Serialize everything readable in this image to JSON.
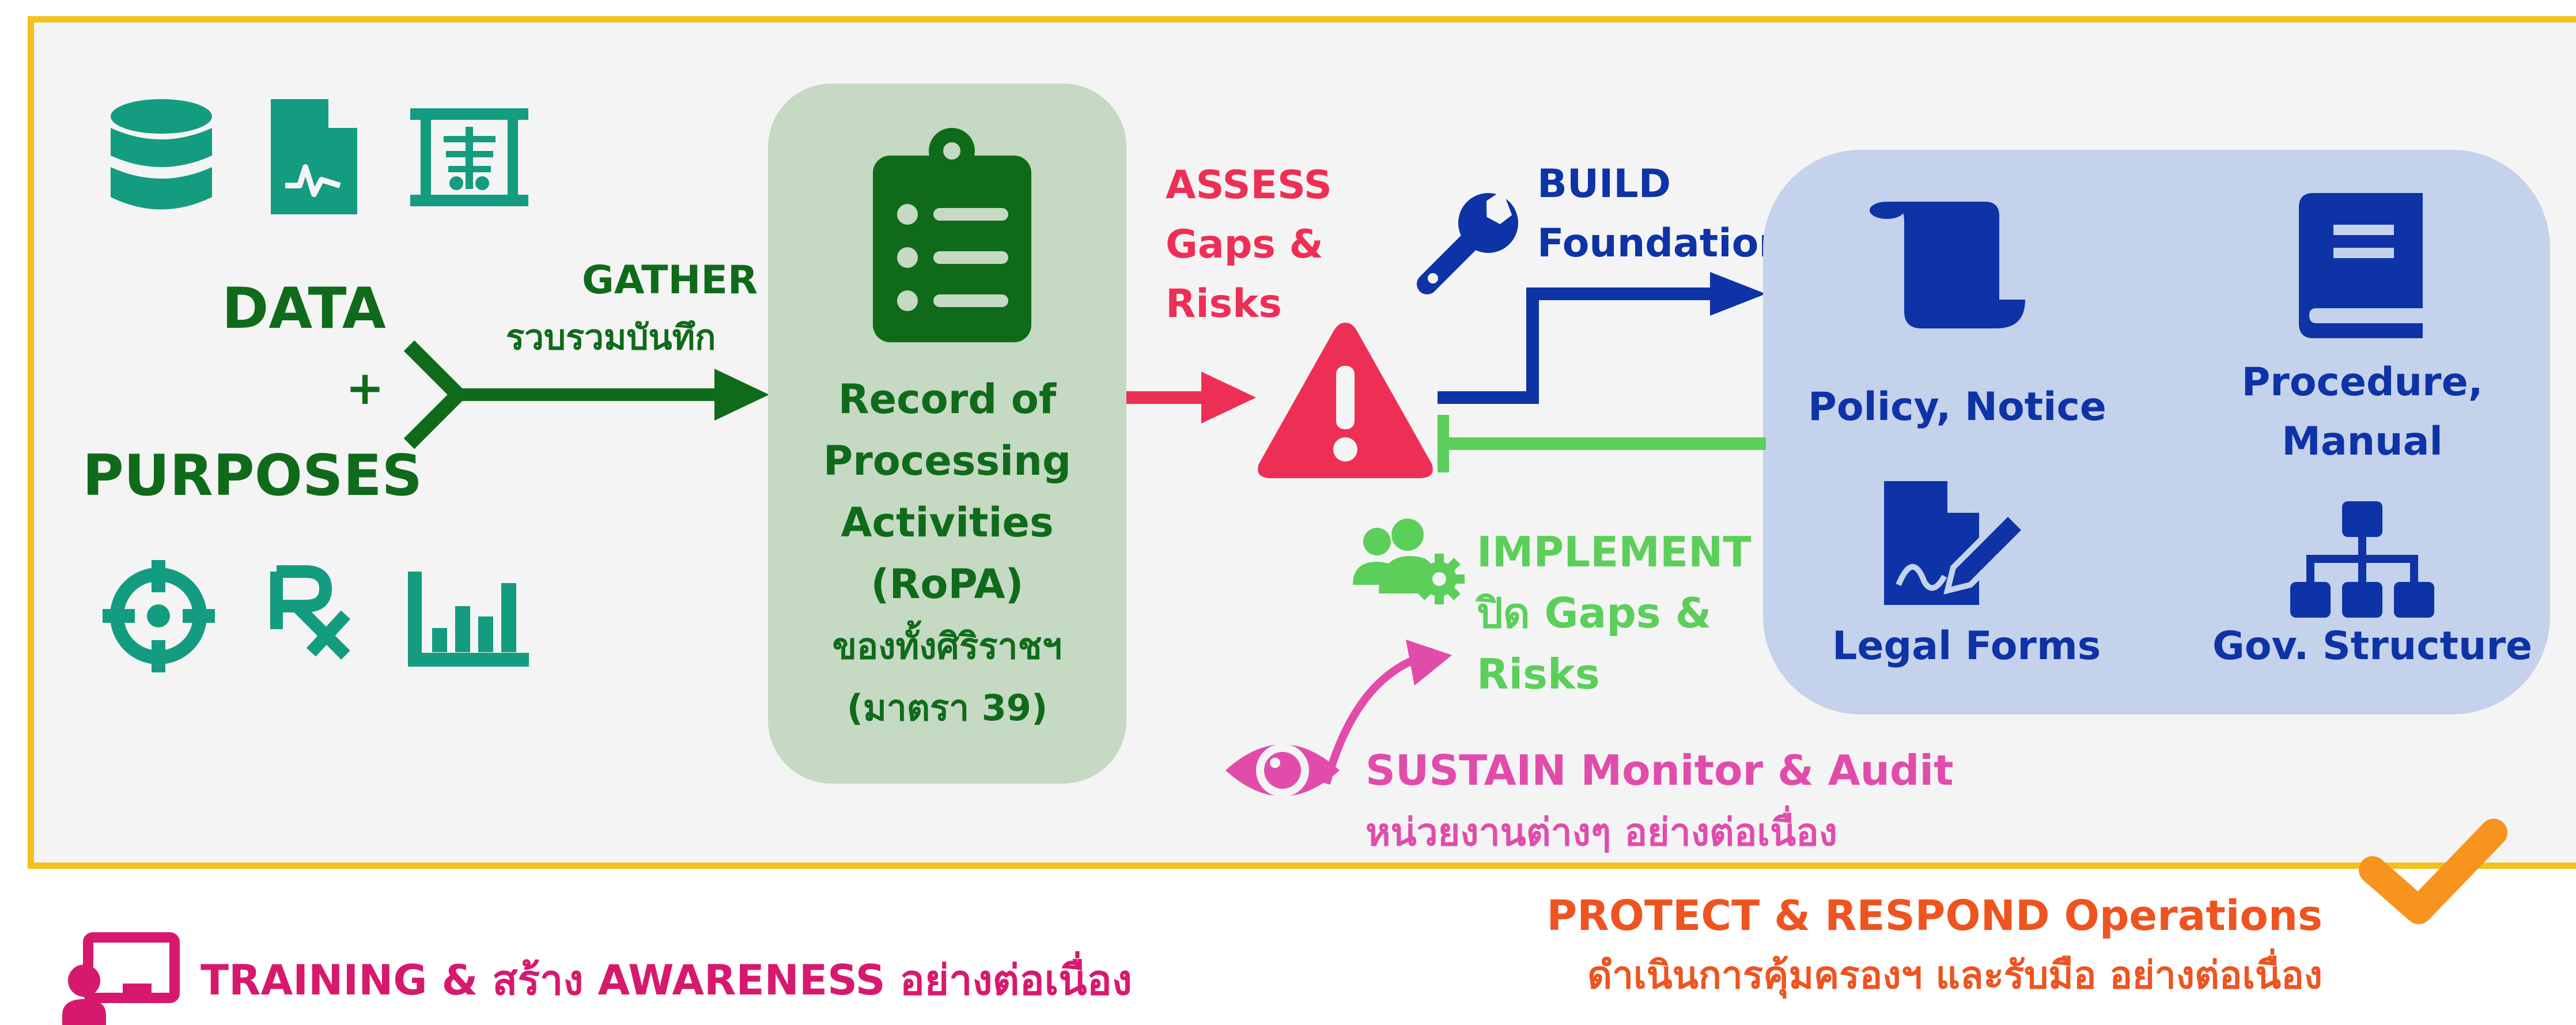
{
  "colors": {
    "frame_border": "#f2c21c",
    "frame_fill": "#f4f4f4",
    "dark_green": "#0f6b1a",
    "teal": "#139c80",
    "ropa_box": "#c5d9c3",
    "assess_red": "#ee2f55",
    "build_blue": "#0d33a6",
    "doc_panel": "#c4d2eb",
    "implement_green": "#5ccf5a",
    "sustain_pink": "#e14cab",
    "protect_orange": "#ee5420",
    "training_magenta": "#d7196e",
    "check_orange": "#f7941d"
  },
  "inputs": {
    "data_label": "DATA",
    "plus": "+",
    "purposes_label": "PURPOSES",
    "data_icons": [
      "database-icon",
      "medical-file-icon",
      "xray-icon"
    ],
    "purpose_icons": [
      "target-icon",
      "prescription-icon",
      "bar-chart-icon"
    ]
  },
  "gather": {
    "title": "GATHER",
    "subtitle": "รวบรวมบันทึก"
  },
  "ropa": {
    "lines": [
      "Record of",
      "Processing",
      "Activities",
      "(RoPA)",
      "ของทั้งศิริราชฯ",
      "(มาตรา 39)"
    ],
    "icon": "clipboard-list-icon"
  },
  "assess": {
    "lines": [
      "ASSESS",
      "Gaps &",
      "Risks"
    ],
    "icon": "warning-triangle-icon"
  },
  "build": {
    "lines": [
      "BUILD",
      "Foundations"
    ],
    "icon": "wrench-icon"
  },
  "foundations": [
    {
      "label": "Policy, Notice",
      "icon": "scroll-icon"
    },
    {
      "label_lines": [
        "Procedure,",
        "Manual"
      ],
      "icon": "book-icon"
    },
    {
      "label": "Legal Forms",
      "icon": "signed-document-icon"
    },
    {
      "label": "Gov. Structure",
      "icon": "org-chart-icon"
    }
  ],
  "implement": {
    "lines": [
      "IMPLEMENT",
      "ปิด Gaps &",
      "Risks"
    ],
    "icon": "users-gear-icon"
  },
  "sustain": {
    "line1": "SUSTAIN Monitor & Audit",
    "line2": "หน่วยงานต่างๆ อย่างต่อเนื่อง",
    "icon": "eye-icon"
  },
  "protect": {
    "line1": "PROTECT & RESPOND Operations",
    "line2": "ดำเนินการคุ้มครองฯ และรับมือ อย่างต่อเนื่อง",
    "icon": "checkmark-icon"
  },
  "training": {
    "text": "TRAINING & สร้าง AWARENESS อย่างต่อเนื่อง",
    "icon": "presenter-icon"
  }
}
